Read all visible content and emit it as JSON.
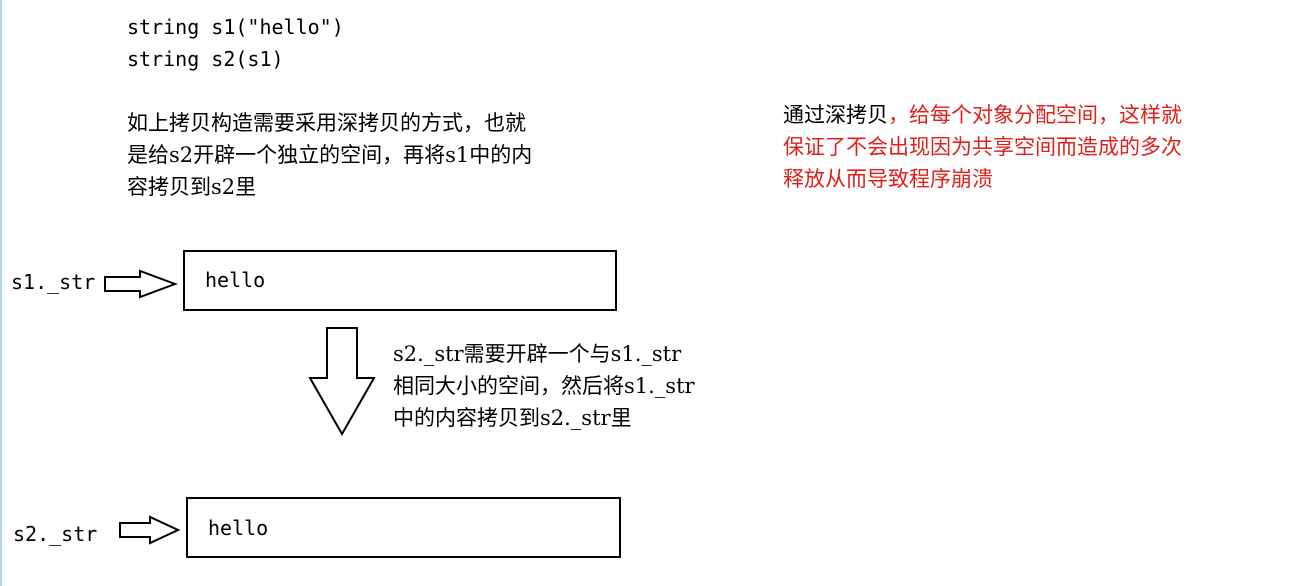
{
  "code": {
    "line1": "string s1(\"hello\")",
    "line2": "string s2(s1)"
  },
  "explanation": {
    "lines": [
      "如上拷贝构造需要采用深拷贝的方式，也就",
      "是给s2开辟一个独立的空间，再将s1中的内",
      "容拷贝到s2里"
    ]
  },
  "note": {
    "prefix": "通过深拷贝",
    "line1_red": "，给每个对象分配空间，这样就",
    "line2": "保证了不会出现因为共享空间而造成的多次",
    "line3": "释放从而导致程序崩溃",
    "colors": {
      "prefix": "#000000",
      "highlight": "#e0201b"
    }
  },
  "s1": {
    "label": "s1._str",
    "value": "hello"
  },
  "s2": {
    "label": "s2._str",
    "value": "hello"
  },
  "copy_note": {
    "lines": [
      "s2._str需要开辟一个与s1._str",
      "相同大小的空间，然后将s1._str",
      "中的内容拷贝到s2._str里"
    ]
  },
  "icons": {
    "pointer_arrow": "right-arrow-icon",
    "copy_arrow": "down-arrow-icon"
  }
}
